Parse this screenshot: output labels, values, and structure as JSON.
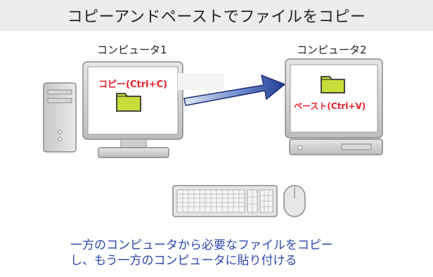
{
  "title": "コピーアンドペーストでファイルをコピー",
  "computers": [
    {
      "label": "コンピュータ1",
      "action": "コピー(Ctrl+C)",
      "icon": "folder-icon"
    },
    {
      "label": "コンピュータ2",
      "action": "ペースト(Ctrl+V)",
      "icon": "folder-icon"
    }
  ],
  "caption": {
    "line1": "一方のコンピュータから必要なファイルをコピー",
    "line2": "し、もう一方のコンピュータに貼り付ける"
  },
  "colors": {
    "title_bg": "#ececec",
    "action_text": "#e8202a",
    "folder_fill": "#c9dd3a",
    "arrow": "#2e50a8",
    "caption_text": "#2c48b0"
  }
}
